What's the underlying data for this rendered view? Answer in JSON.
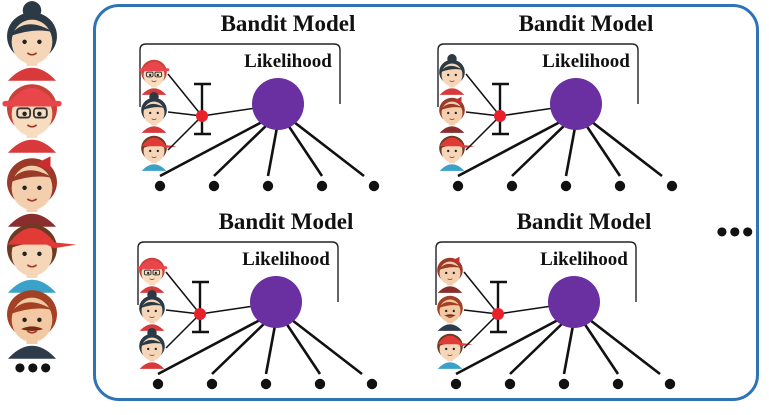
{
  "panels": [
    {
      "title": "Bandit Model",
      "likelihood": "Likelihood",
      "users": [
        "user-b",
        "user-d",
        "user-e"
      ]
    },
    {
      "title": "Bandit Model",
      "likelihood": "Likelihood",
      "users": [
        "user-a",
        "user-c",
        "user-e"
      ]
    },
    {
      "title": "Bandit Model",
      "likelihood": "Likelihood",
      "users": [
        "user-b",
        "user-d",
        "user-a"
      ]
    },
    {
      "title": "Bandit Model",
      "likelihood": "Likelihood",
      "users": [
        "user-c",
        "user-f",
        "user-e"
      ]
    }
  ],
  "user_column": [
    "user-a",
    "user-b",
    "user-c",
    "user-e",
    "user-f"
  ],
  "ellipsis": "•••",
  "colors": {
    "frame": "#2e74b5",
    "model_node": "#6a2fa0",
    "likelihood_point": "#e8202a",
    "edges": "#111111"
  }
}
